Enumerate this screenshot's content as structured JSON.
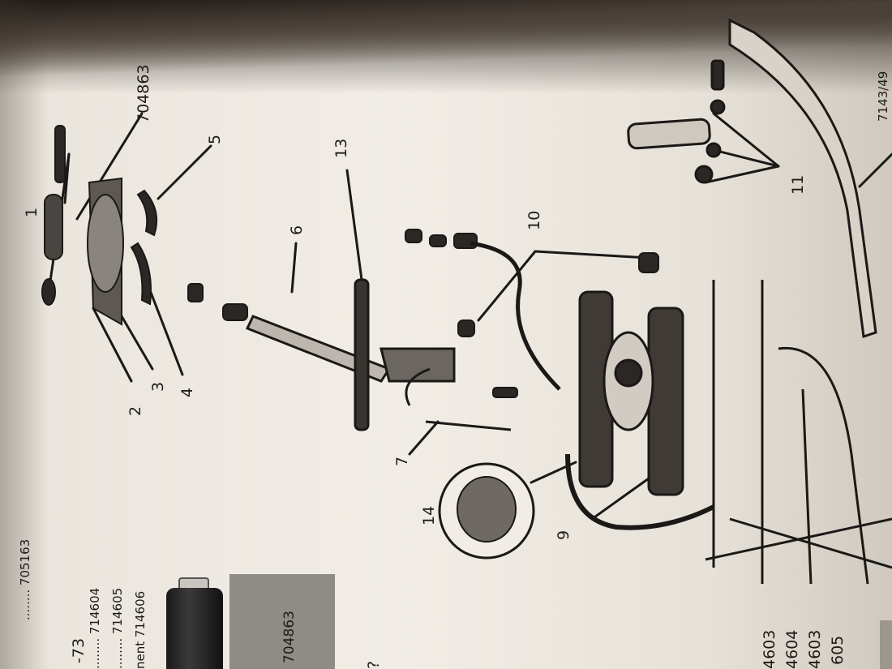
{
  "photo": {
    "subject": "photographed catalogue page, printed rotated 90 degrees, showing an exploded parts diagram of a windshield wiper assembly",
    "callouts": [
      "1",
      "2",
      "3",
      "4",
      "5",
      "6",
      "7",
      "9",
      "10",
      "11",
      "13",
      "14"
    ],
    "part_numbers": [
      "704863"
    ],
    "left_column": {
      "line1": "........ 705163",
      "line2": "-73",
      "line3": "........ 714604",
      "line4": "........ 714605",
      "line5": "nent 714606"
    },
    "photo_label": "704863",
    "bottom_column": [
      "4603",
      "4604",
      "4603",
      "605"
    ],
    "edge_text": "?",
    "top_right_fragment": "7143/49"
  }
}
